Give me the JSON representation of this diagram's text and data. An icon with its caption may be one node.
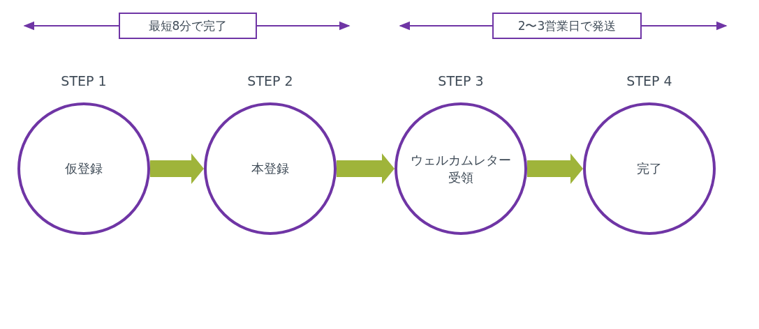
{
  "diagram": {
    "nodes": [
      {
        "text": [
          "最短8分で完了"
        ]
      },
      {
        "text": [
          "2〜3営業日で発送"
        ]
      },
      {
        "text": [
          "STEP 1",
          "仮登録"
        ]
      },
      {
        "text": [
          "STEP 2",
          "本登録"
        ]
      },
      {
        "text": [
          "STEP 3",
          "ウェルカムレター受領"
        ]
      },
      {
        "text": [
          "STEP 4",
          "完了"
        ]
      }
    ],
    "edges": [
      {
        "from": 2,
        "to": 3,
        "arrow": "to"
      },
      {
        "from": 3,
        "to": 4,
        "arrow": "to"
      },
      {
        "from": 4,
        "to": 5,
        "arrow": "to"
      }
    ]
  }
}
